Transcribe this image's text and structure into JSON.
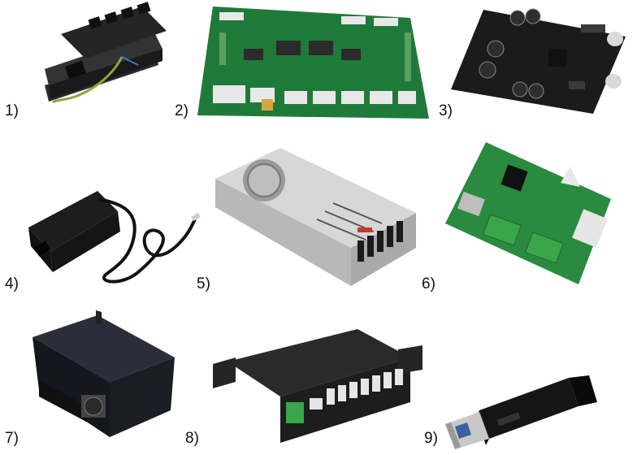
{
  "figure": {
    "labels": [
      "1)",
      "2)",
      "3)",
      "4)",
      "5)",
      "6)",
      "7)",
      "8)",
      "9)"
    ],
    "items": [
      {
        "icon": "power-distribution-strip-icon"
      },
      {
        "icon": "green-control-board-icon"
      },
      {
        "icon": "audio-amplifier-board-icon"
      },
      {
        "icon": "power-adapter-icon"
      },
      {
        "icon": "switching-power-supply-icon"
      },
      {
        "icon": "usb-interface-board-icon"
      },
      {
        "icon": "metal-enclosure-with-fan-icon"
      },
      {
        "icon": "industrial-usb-hub-icon"
      },
      {
        "icon": "usb-flash-drive-icon"
      }
    ],
    "colors": {
      "pcb_green": "#1f7a3a",
      "device_black": "#1c1c1c",
      "metal_silver": "#c9c9c9",
      "connector_green": "#3aa64a"
    }
  }
}
